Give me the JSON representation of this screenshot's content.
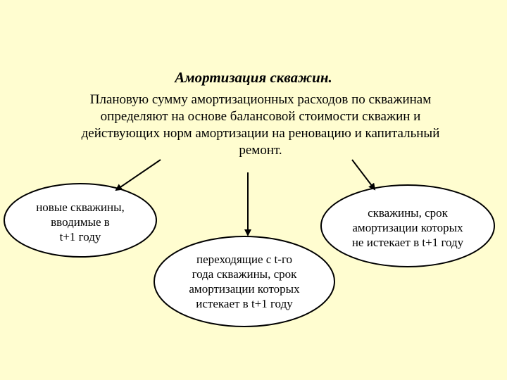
{
  "title": "Амортизация скважин.",
  "description_lines": [
    "Плановую сумму амортизационных расходов по скважинам",
    "определяют на основе балансовой стоимости скважин и",
    "действующих норм амортизации на реновацию и капитальный",
    "ремонт."
  ],
  "nodes": {
    "left": {
      "lines": [
        "новые скважины,",
        "вводимые в",
        "t+1 году"
      ]
    },
    "middle": {
      "lines": [
        "переходящие с t-го",
        "года скважины, срок",
        "амортизации которых",
        "истекает в t+1 году"
      ]
    },
    "right": {
      "lines": [
        "скважины, срок",
        "амортизации которых",
        "не истекает в t+1 году"
      ]
    }
  },
  "colors": {
    "background": "#fffdd0",
    "node_fill": "#ffffff",
    "stroke": "#000000"
  }
}
